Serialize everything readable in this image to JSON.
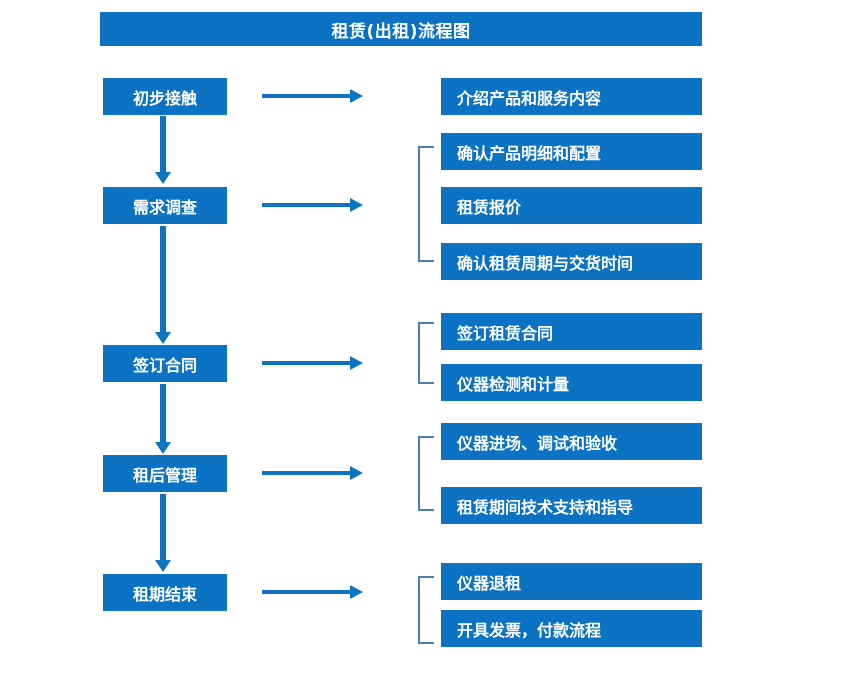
{
  "header": {
    "title": "租赁(出租)流程图"
  },
  "colors": {
    "box_fill": "#0b72c4",
    "box_text": "#ffffff",
    "arrow": "#0d74c0",
    "bracket": "#4a7db5",
    "background": "#ffffff"
  },
  "chart_data": {
    "type": "diagram",
    "title": "租赁(出租)流程图",
    "stages": [
      {
        "stage": "初步接触",
        "details": [
          "介绍产品和服务内容"
        ]
      },
      {
        "stage": "需求调查",
        "details": [
          "确认产品明细和配置",
          "租赁报价",
          "确认租赁周期与交货时间"
        ]
      },
      {
        "stage": "签订合同",
        "details": [
          "签订租赁合同",
          "仪器检测和计量"
        ]
      },
      {
        "stage": "租后管理",
        "details": [
          "仪器进场、调试和验收",
          "租赁期间技术支持和指导"
        ]
      },
      {
        "stage": "租期结束",
        "details": [
          "仪器退租",
          "开具发票，付款流程"
        ]
      }
    ]
  },
  "stages": {
    "s0": {
      "label": "初步接触"
    },
    "s1": {
      "label": "需求调查"
    },
    "s2": {
      "label": "签订合同"
    },
    "s3": {
      "label": "租后管理"
    },
    "s4": {
      "label": "租期结束"
    }
  },
  "details": {
    "d0": {
      "label": "介绍产品和服务内容"
    },
    "d1": {
      "label": "确认产品明细和配置"
    },
    "d2": {
      "label": "租赁报价"
    },
    "d3": {
      "label": "确认租赁周期与交货时间"
    },
    "d4": {
      "label": "签订租赁合同"
    },
    "d5": {
      "label": "仪器检测和计量"
    },
    "d6": {
      "label": "仪器进场、调试和验收"
    },
    "d7": {
      "label": "租赁期间技术支持和指导"
    },
    "d8": {
      "label": "仪器退租"
    },
    "d9": {
      "label": "开具发票，付款流程"
    }
  }
}
